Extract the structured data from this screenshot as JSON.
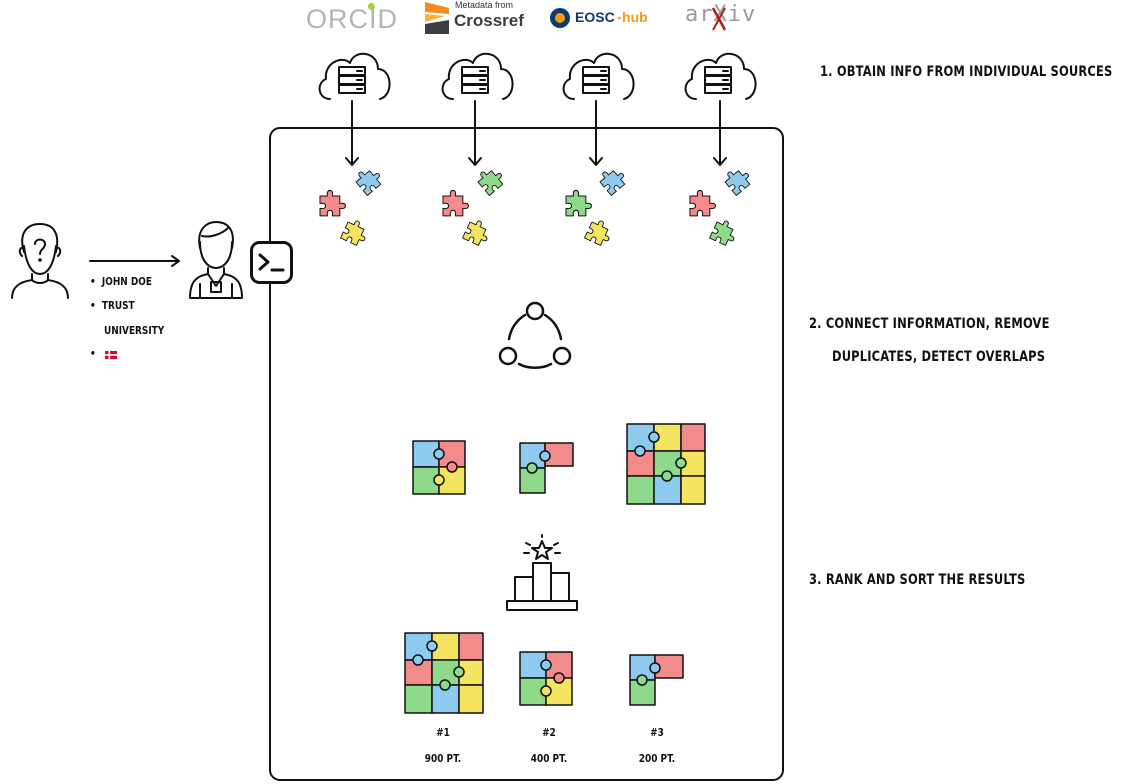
{
  "sources": [
    {
      "name": "ORCID",
      "text": "ORCID"
    },
    {
      "name": "Crossref",
      "prefix": "Metadata from",
      "text": "Crossref"
    },
    {
      "name": "EOSC-hub",
      "text": "EOSC",
      "suffix": "hub"
    },
    {
      "name": "arXiv",
      "text": "arXiv"
    }
  ],
  "steps": {
    "step1": "1. OBTAIN INFO FROM INDIVIDUAL SOURCES",
    "step2_line1": "2. CONNECT INFORMATION, REMOVE",
    "step2_line2": "DUPLICATES, DETECT OVERLAPS",
    "step3": "3. RANK AND SORT THE RESULTS"
  },
  "query": {
    "items": [
      "JOHN DOE",
      "TRUST",
      "UNIVERSITY"
    ]
  },
  "ranking": [
    {
      "rank": "#1",
      "points": "900 PT."
    },
    {
      "rank": "#2",
      "points": "400 PT."
    },
    {
      "rank": "#3",
      "points": "200 PT."
    }
  ],
  "colors": {
    "red": "#f28b8b",
    "blue": "#8ec9ee",
    "green": "#8fd98a",
    "yellow": "#f4e45f",
    "orcid_green": "#a6ce39",
    "crossref_orange": "#f68b1f",
    "crossref_gray": "#3c3d3f",
    "eosc_blue": "#0b3b6f",
    "eosc_orange": "#f39c12",
    "arxiv_red": "#b31b1b"
  }
}
